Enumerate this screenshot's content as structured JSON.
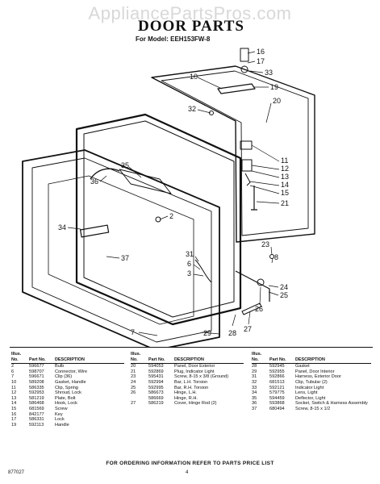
{
  "watermark": "AppliancePartsPros.com",
  "title": "DOOR PARTS",
  "model": "For Model: EEH153FW-8",
  "callouts": [
    "16",
    "17",
    "33",
    "10",
    "19",
    "32",
    "20",
    "11",
    "12",
    "13",
    "14",
    "15",
    "35",
    "36",
    "2",
    "21",
    "34",
    "23",
    "8",
    "31",
    "6",
    "3",
    "37",
    "26",
    "25",
    "24",
    "27",
    "7",
    "29",
    "28"
  ],
  "headers": {
    "illus": "Illus. No.",
    "part": "Part No.",
    "desc": "DESCRIPTION"
  },
  "columns": [
    [
      {
        "illus": "2",
        "part": "596677",
        "desc": "Bulb"
      },
      {
        "illus": "6",
        "part": "598707",
        "desc": "Connector, Wire"
      },
      {
        "illus": "7",
        "part": "596671",
        "desc": "Clip (36)"
      },
      {
        "illus": "10",
        "part": "589208",
        "desc": "Gasket, Handle"
      },
      {
        "illus": "11",
        "part": "586335",
        "desc": "Clip, Spring"
      },
      {
        "illus": "12",
        "part": "592953",
        "desc": "Shroud, Lock"
      },
      {
        "illus": "13",
        "part": "581219",
        "desc": "Plate, Bolt"
      },
      {
        "illus": "14",
        "part": "586468",
        "desc": "Hook, Lock"
      },
      {
        "illus": "15",
        "part": "681569",
        "desc": "Screw"
      },
      {
        "illus": "16",
        "part": "842177",
        "desc": "Key"
      },
      {
        "illus": "17",
        "part": "586331",
        "desc": "Lock"
      },
      {
        "illus": "19",
        "part": "592113",
        "desc": "Handle"
      }
    ],
    [
      {
        "illus": "20",
        "part": "594053",
        "desc": "Panel, Door Exterior"
      },
      {
        "illus": "21",
        "part": "592869",
        "desc": "Plug, Indicator Light"
      },
      {
        "illus": "23",
        "part": "595431",
        "desc": "Screw, 8-15 x 3/8 (Ground)"
      },
      {
        "illus": "24",
        "part": "592994",
        "desc": "Bar, L.H. Torsion"
      },
      {
        "illus": "25",
        "part": "592995",
        "desc": "Bar, R.H. Torsion"
      },
      {
        "illus": "26",
        "part": "586673",
        "desc": "Hinge, L.H."
      },
      {
        "illus": "",
        "part": "586669",
        "desc": "Hinge, R.H."
      },
      {
        "illus": "27",
        "part": "586219",
        "desc": "Cover, Hinge Rod (2)"
      }
    ],
    [
      {
        "illus": "28",
        "part": "592945",
        "desc": "Gasket"
      },
      {
        "illus": "29",
        "part": "592955",
        "desc": "Panel, Door Interior"
      },
      {
        "illus": "31",
        "part": "592866",
        "desc": "Harness, Exterior Door"
      },
      {
        "illus": "32",
        "part": "681513",
        "desc": "Clip, Tubular (2)"
      },
      {
        "illus": "33",
        "part": "592121",
        "desc": "Indicator Light"
      },
      {
        "illus": "34",
        "part": "579775",
        "desc": "Lens, Light"
      },
      {
        "illus": "35",
        "part": "594459",
        "desc": "Deflector, Light"
      },
      {
        "illus": "36",
        "part": "593868",
        "desc": "Socket, Switch & Harness Assembly"
      },
      {
        "illus": "37",
        "part": "680494",
        "desc": "Screw, 8-15 x 1/2"
      }
    ]
  ],
  "footer": "FOR ORDERING INFORMATION REFER TO PARTS PRICE LIST",
  "ref_code": "877027",
  "page_number": "4"
}
